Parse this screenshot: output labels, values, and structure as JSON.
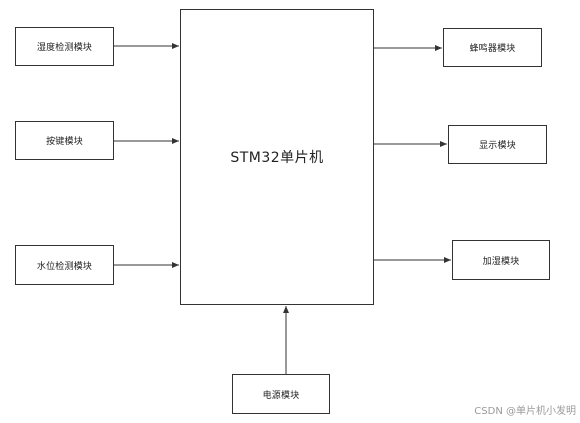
{
  "diagram": {
    "mcu": "STM32单片机",
    "left_modules": [
      "湿度检测模块",
      "按键模块",
      "水位检测模块"
    ],
    "right_modules": [
      "蜂鸣器模块",
      "显示模块",
      "加湿模块"
    ],
    "bottom_module": "电源模块"
  },
  "watermark": "CSDN @单片机小发明",
  "colors": {
    "line": "#333333",
    "border": "#333333",
    "watermark": "#9a9a9a"
  }
}
